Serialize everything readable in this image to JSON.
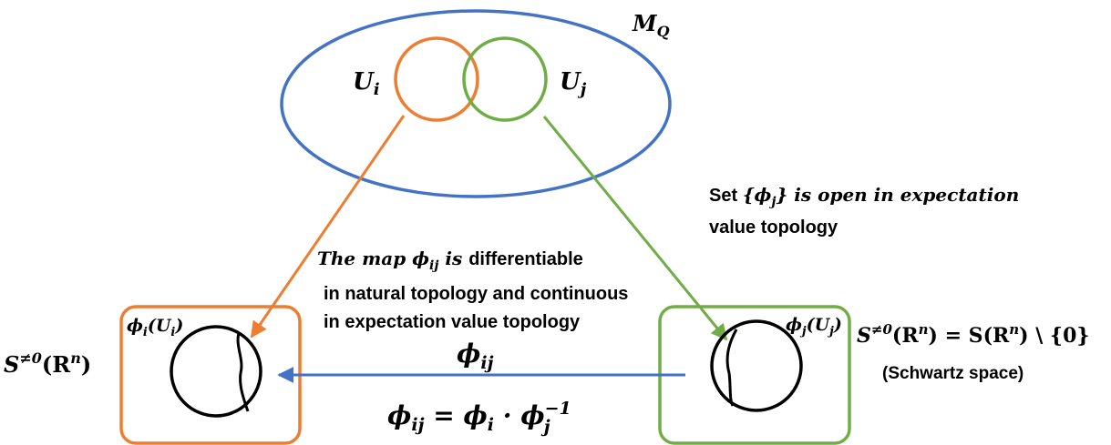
{
  "manifold": {
    "label": "M",
    "sub": "Q"
  },
  "chart_u_i": {
    "label": "U",
    "sub": "i"
  },
  "chart_u_j": {
    "label": "U",
    "sub": "j"
  },
  "right_note": {
    "prefix": "Set ",
    "set_math": "{ϕ",
    "set_sub": "j",
    "set_close": "}",
    "italic_rest": " is open in expectation",
    "line2": "value topology"
  },
  "middle_note": {
    "italic_prefix": "The map ϕ",
    "italic_sub": "ij",
    "italic_is": " is ",
    "line1_rest": "differentiable",
    "line2": "in natural topology and continuous",
    "line3": "in expectation value topology"
  },
  "left_box": {
    "image_label": "ϕ",
    "image_sub": "i",
    "image_arg": "(U",
    "image_arg_sub": "i",
    "image_close": ")",
    "space_label": "S",
    "space_sup": "≠0",
    "space_arg": "(R",
    "space_arg_sup": "n",
    "space_close": ")"
  },
  "right_box": {
    "image_label": "ϕ",
    "image_sub": "j",
    "image_arg": "(U",
    "image_arg_sub": "j",
    "image_close": ")",
    "space_def": "S",
    "space_def_sup": "≠0",
    "space_def_mid": "(R",
    "space_def_sup2": "n",
    "space_def_eq": ") = S(R",
    "space_def_sup3": "n",
    "space_def_end": ") \\ {0}",
    "schwartz": "(Schwartz space)"
  },
  "transition": {
    "label": "ϕ",
    "sub": "ij",
    "formula_lhs": "ϕ",
    "formula_lhs_sub": "ij",
    "formula_eq": " = ϕ",
    "formula_i_sub": "i",
    "formula_dot": " · ϕ",
    "formula_j_sub": "j",
    "formula_j_sup": "−1"
  },
  "colors": {
    "blue": "#4472c4",
    "orange": "#ed7d31",
    "green": "#70ad47",
    "black": "#000000"
  }
}
